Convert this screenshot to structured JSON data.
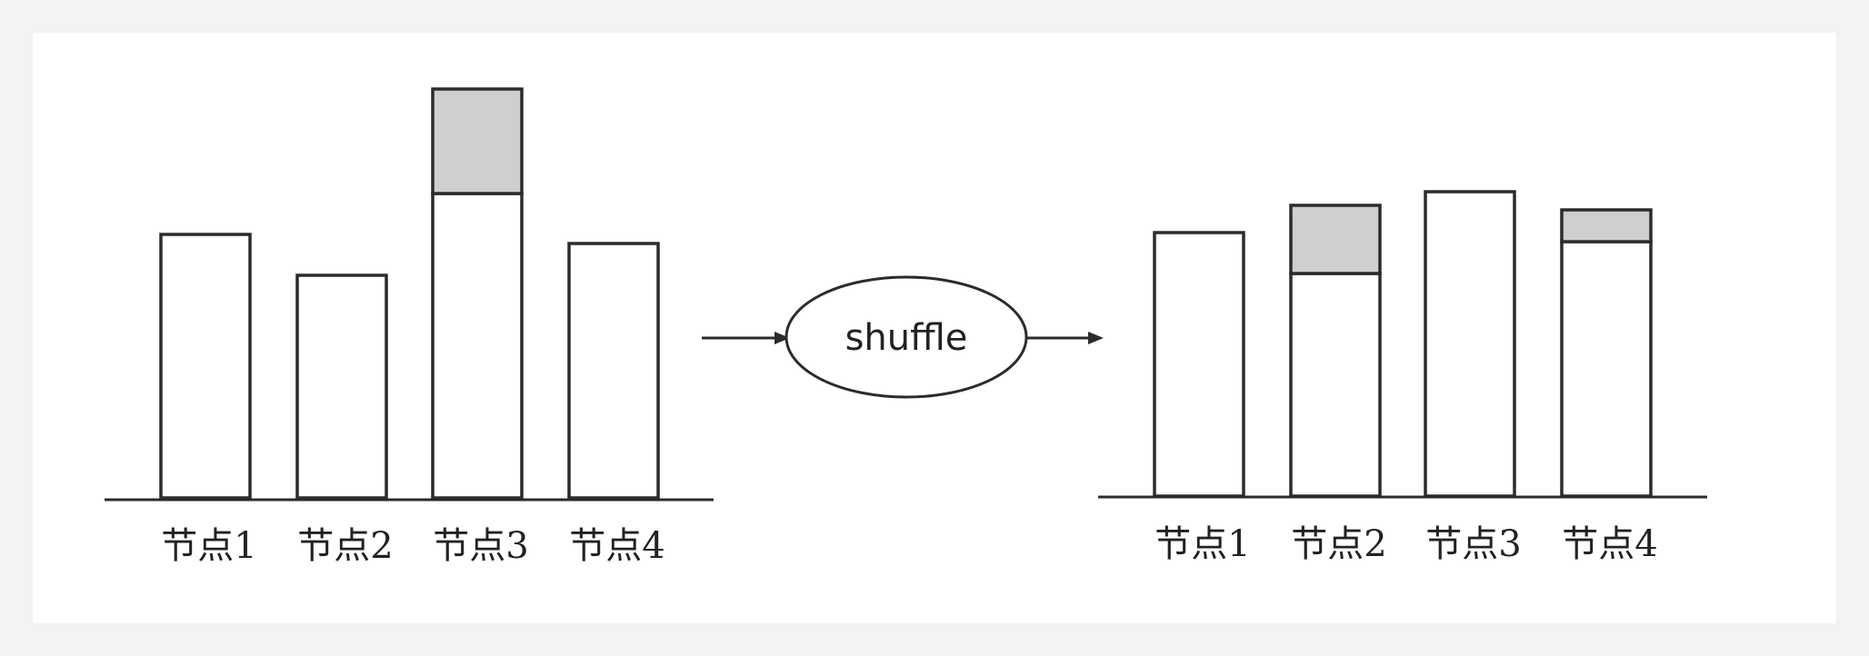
{
  "diagram": {
    "operation_label": "shuffle",
    "colors": {
      "base": "#ffffff",
      "excess": "#d0cfd0",
      "stroke": "#2b2b2b"
    },
    "before": {
      "nodes": [
        {
          "label": "节点1",
          "base": 58,
          "excess": 0
        },
        {
          "label": "节点2",
          "base": 49,
          "excess": 0
        },
        {
          "label": "节点3",
          "base": 67,
          "excess": 23
        },
        {
          "label": "节点4",
          "base": 56,
          "excess": 0
        }
      ]
    },
    "after": {
      "nodes": [
        {
          "label": "节点1",
          "base": 58,
          "excess": 0
        },
        {
          "label": "节点2",
          "base": 49,
          "excess": 15
        },
        {
          "label": "节点3",
          "base": 67,
          "excess": 0
        },
        {
          "label": "节点4",
          "base": 56,
          "excess": 7
        }
      ]
    }
  }
}
